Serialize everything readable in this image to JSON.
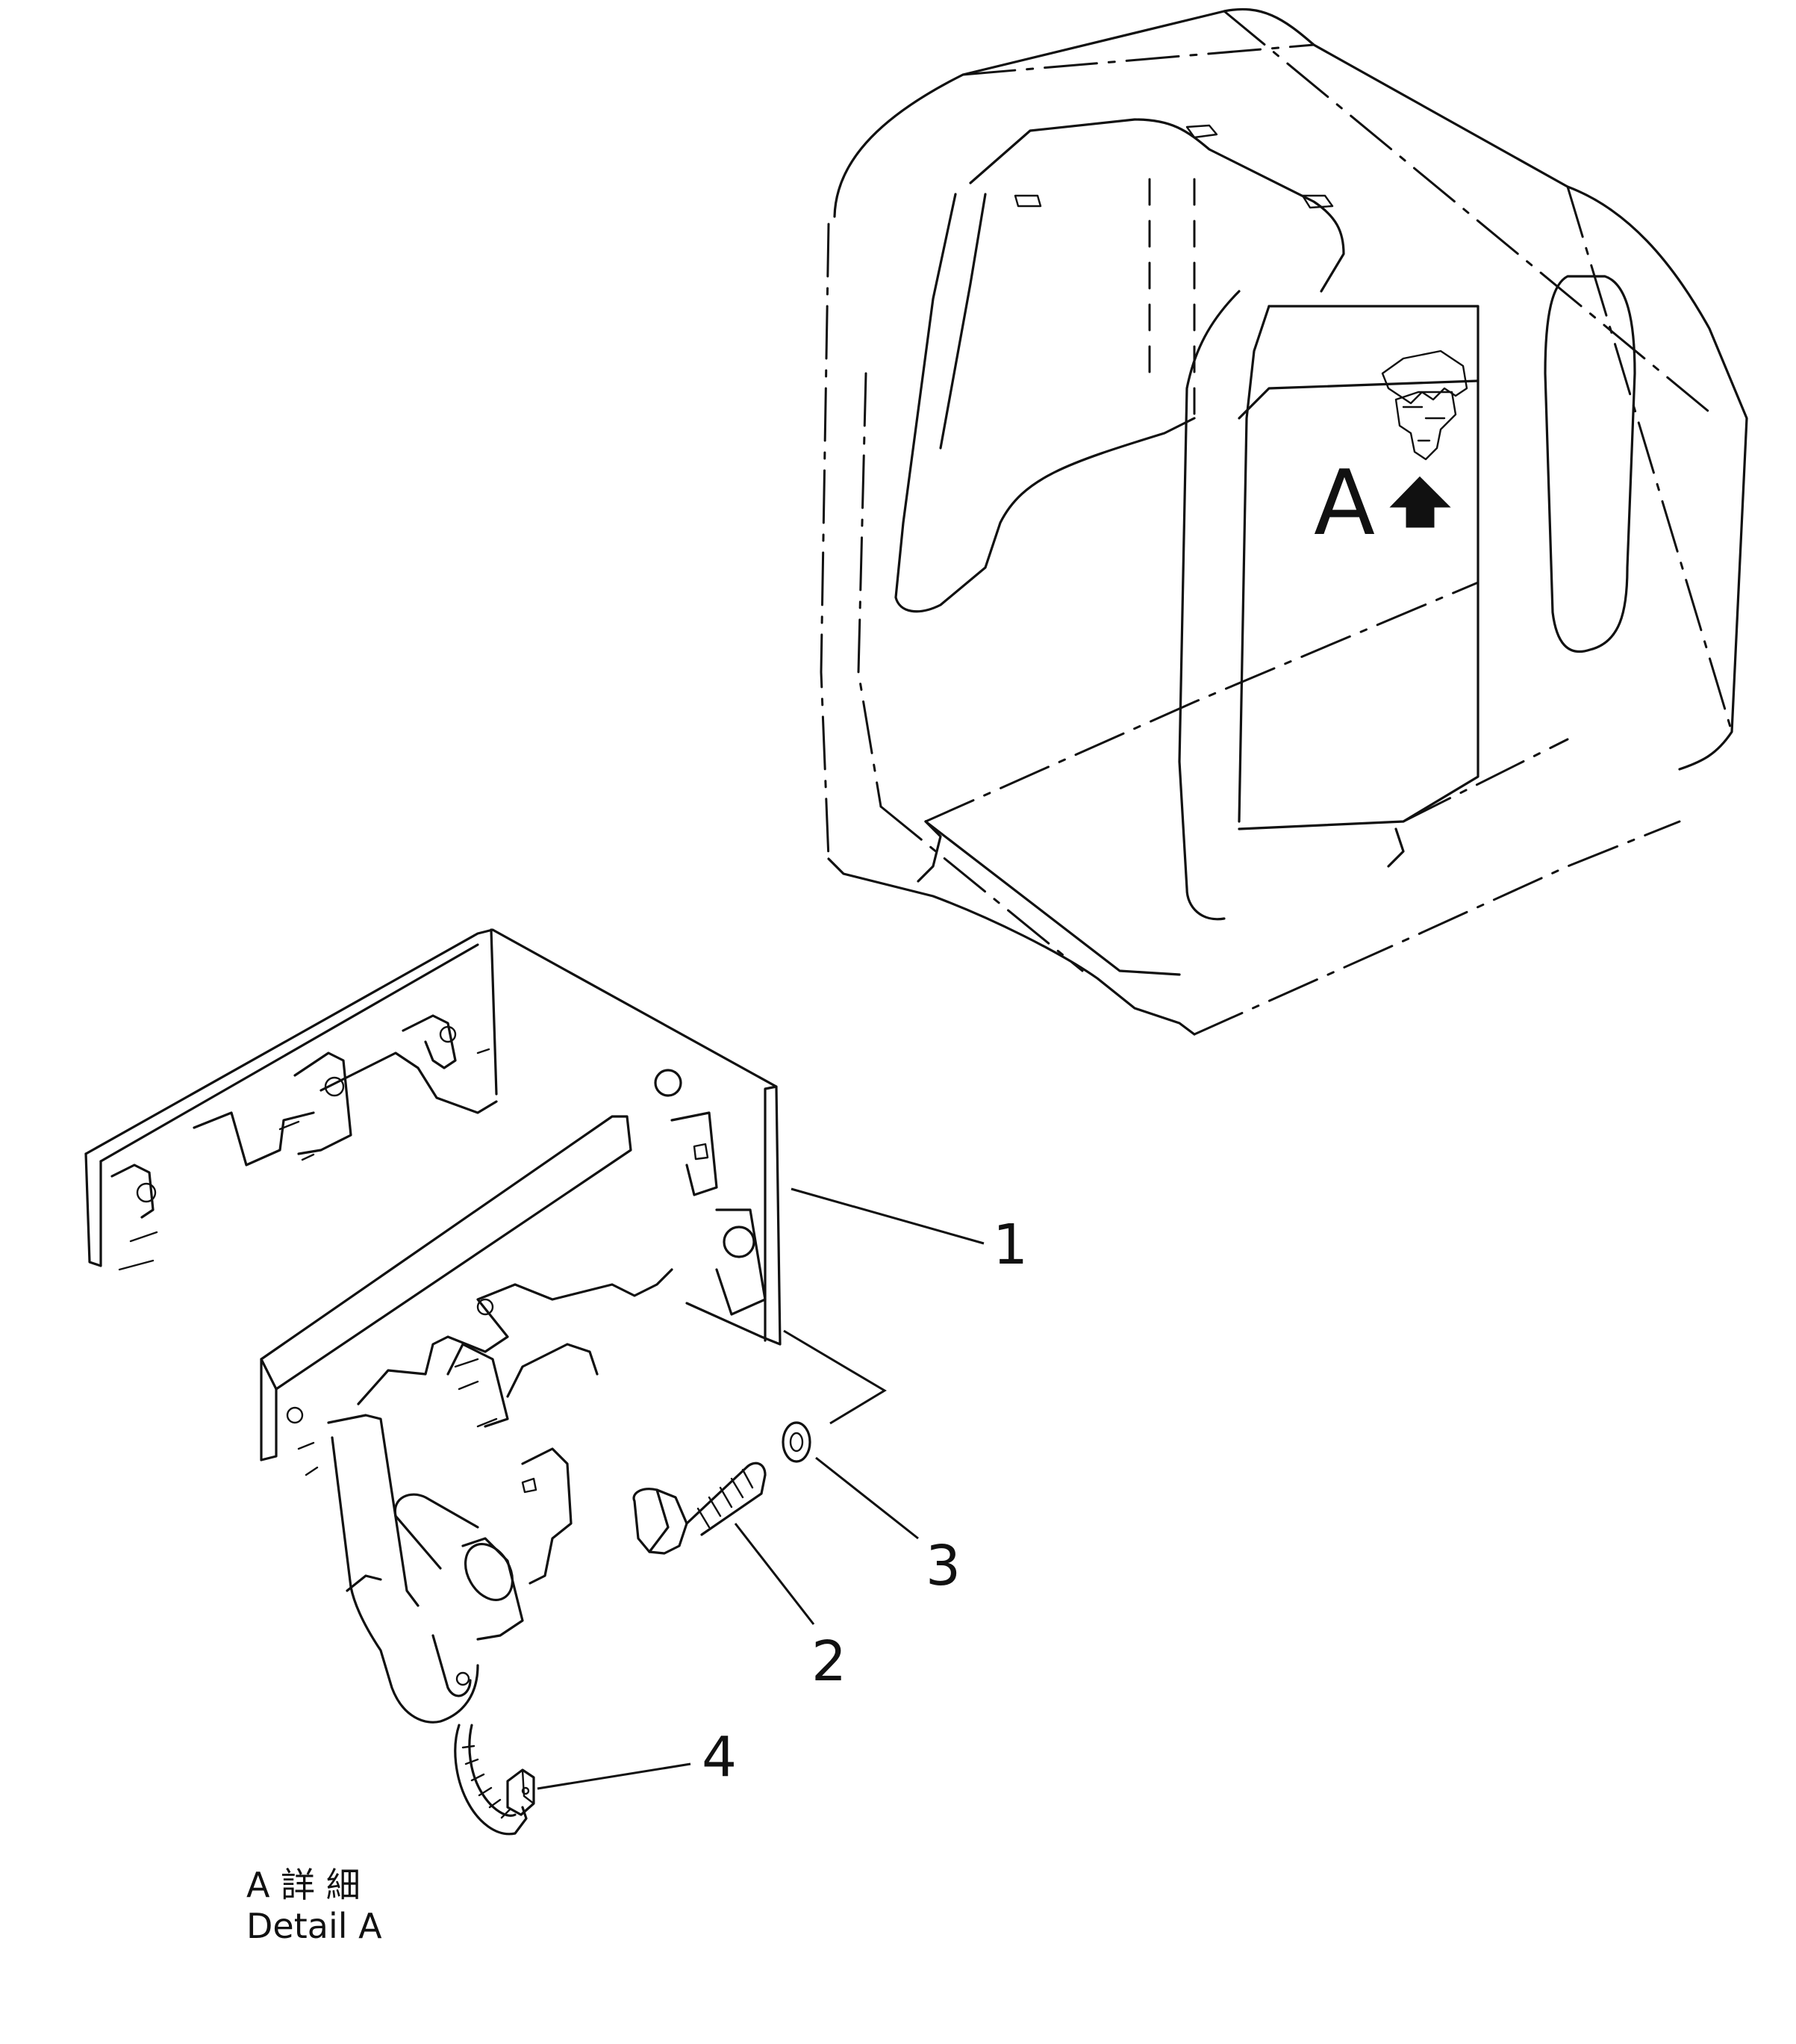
{
  "view_label": "A",
  "callouts": [
    {
      "id": "1"
    },
    {
      "id": "2"
    },
    {
      "id": "3"
    },
    {
      "id": "4"
    }
  ],
  "caption": {
    "jp": "A 詳 細",
    "en": "Detail A"
  }
}
